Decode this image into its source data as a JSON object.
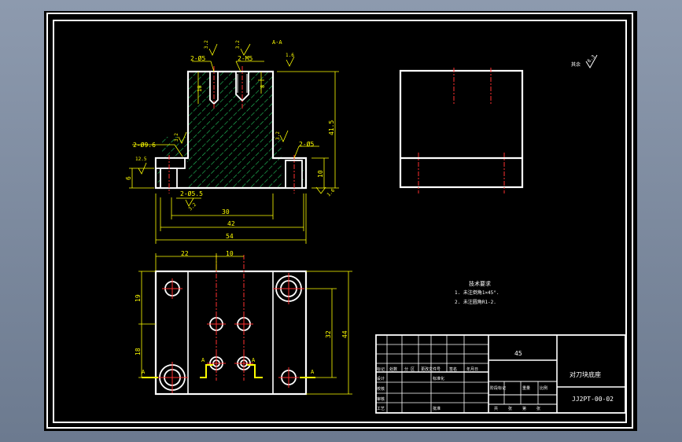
{
  "drawing": {
    "front_view": {
      "section_label": "A-A",
      "dims": {
        "top_holes_left": "2-Ø5",
        "top_holes_right": "2-M5",
        "left_counterbore": "2-Ø9.6",
        "right_hole": "2-Ø5",
        "bottom_hole": "2-Ø5.5",
        "height": "41.5",
        "flange_height": "10",
        "flange_offset": "6",
        "dist_30": "30",
        "dist_42": "42",
        "dist_54": "54",
        "depth_8": "8",
        "depth_10": "10"
      },
      "roughness": {
        "top_left": "3.2",
        "top_right": "3.2",
        "side": "1.6",
        "left_step": "3.2",
        "left_flange": "12.5",
        "right_step": "3.2",
        "bottom": "1.6",
        "bottom_hole": "3.2"
      }
    },
    "top_view": {
      "dims": {
        "dim_22": "22",
        "dim_10": "10",
        "dim_19": "19",
        "dim_18": "18",
        "dim_32": "32",
        "dim_44": "44"
      },
      "section_marks": [
        "A",
        "A",
        "A",
        "A"
      ]
    },
    "roughness_note": {
      "label": "其余",
      "value": "6.3"
    },
    "tech_requirements": {
      "title": "技术要求",
      "items": [
        "1. 未注倒角1×45°.",
        "2. 未注圆角R1-2."
      ]
    },
    "title_block": {
      "material": "45",
      "part_name": "对刀块底座",
      "drawing_no": "JJ2PT-00-02",
      "header_cols": [
        "标记",
        "处数",
        "分 区",
        "更改文件号",
        "签名",
        "年月日"
      ],
      "rows": [
        "设计",
        "校核",
        "审核",
        "工艺"
      ],
      "right_labels": [
        "标准化",
        "批准"
      ],
      "stage_label": "阶段标记",
      "weight_label": "重量",
      "scale_label": "比例",
      "sheet_labels": [
        "共",
        "张",
        "第",
        "张"
      ]
    }
  }
}
